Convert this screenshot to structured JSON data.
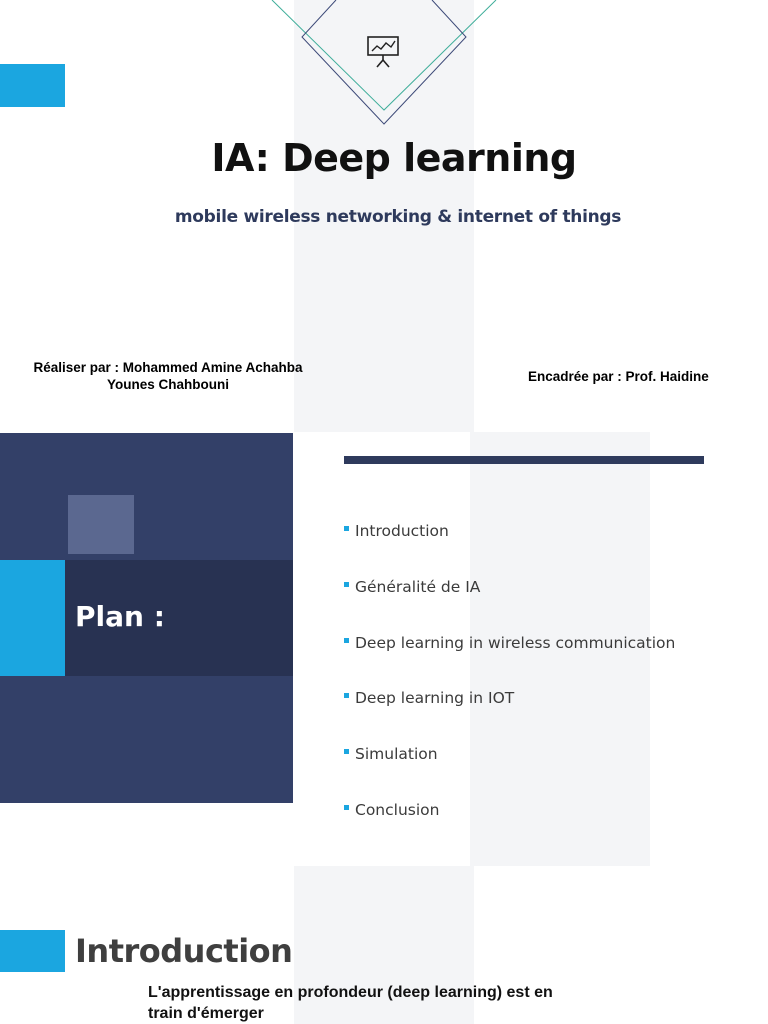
{
  "colors": {
    "accent": "#1ba6e0",
    "navy": "#334068",
    "navy_dark": "#283252",
    "rule": "#2e3a5c"
  },
  "slide1": {
    "icon": "presentation-chart-icon",
    "title": "IA: Deep learning",
    "subtitle": "mobile wireless networking & internet of things",
    "authors_line1": "Réaliser par : Mohammed Amine Achahba",
    "authors_line2": "Younes Chahbouni",
    "supervisor": "Encadrée par : Prof. Haidine"
  },
  "slide2": {
    "title": "Plan :",
    "items": [
      "Introduction",
      "Généralité de  IA",
      "Deep learning in wireless communication",
      "Deep learning in IOT",
      "Simulation",
      "Conclusion"
    ]
  },
  "slide3": {
    "title": "Introduction",
    "body_line1": "L'apprentissage en profondeur (deep learning) est en",
    "body_line2": "train d'émerger"
  }
}
